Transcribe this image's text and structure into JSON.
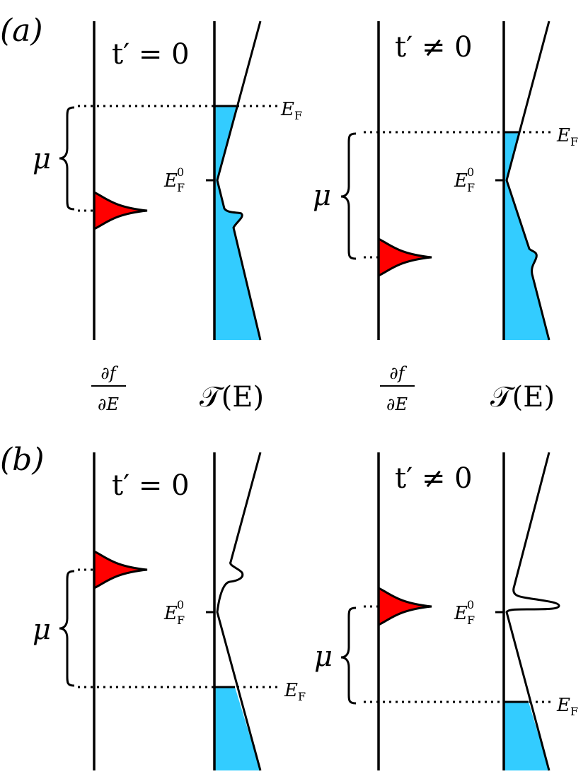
{
  "figure": {
    "colors": {
      "fermi_peak": "#ff0000",
      "transmission": "#33ccff",
      "line": "#000000"
    },
    "rows": [
      {
        "tag": "(a)",
        "panels": [
          {
            "condition": "t′ = 0",
            "mu": "μ",
            "ef": "E",
            "ef_sub": "F",
            "ef0": "E",
            "ef0_sub": "F",
            "ef0_sup": "0"
          },
          {
            "condition": "t′ ≠ 0",
            "mu": "μ",
            "ef": "E",
            "ef_sub": "F",
            "ef0": "E",
            "ef0_sub": "F",
            "ef0_sup": "0"
          }
        ]
      },
      {
        "tag": "(b)",
        "panels": [
          {
            "condition": "t′ = 0",
            "mu": "μ",
            "ef": "E",
            "ef_sub": "F",
            "ef0": "E",
            "ef0_sub": "F",
            "ef0_sup": "0"
          },
          {
            "condition": "t′ ≠ 0",
            "mu": "μ",
            "ef": "E",
            "ef_sub": "F",
            "ef0": "E",
            "ef0_sub": "F",
            "ef0_sup": "0"
          }
        ]
      }
    ],
    "axis_labels": {
      "derivative_num": "∂f",
      "derivative_den": "∂E",
      "transmission": "𝒯(E)"
    }
  }
}
